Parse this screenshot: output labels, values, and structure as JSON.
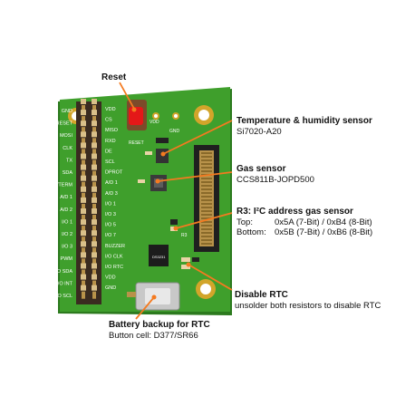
{
  "board": {
    "colors": {
      "pcb": "#3f9f2c",
      "pcb_edge": "#2c7a1e",
      "silk": "#ffffff",
      "gold": "#d2a52a",
      "header": "#3a2b20",
      "pin": "#b8924a",
      "accent": "#f47a20"
    },
    "header_labels_outer": [
      "GND",
      "RESET",
      "MOSI",
      "CLK",
      "TX",
      "SDA",
      "SBUF/TERM",
      "A/D 1",
      "A/D 2",
      "I/O 1",
      "I/O 2",
      "I/O 3",
      "PWM",
      "I/O SDA",
      "I/O INT",
      "I/O SCL"
    ],
    "header_labels_inner": [
      "VDD",
      "CS",
      "MISO",
      "RXD",
      "DE",
      "SCL",
      "DPROT",
      "A/D 1",
      "A/D 3",
      "I/O 1",
      "I/O 3",
      "I/O 5",
      "I/O 7",
      "BUZZER",
      "I/O CLK",
      "I/O RTC",
      "VDD",
      "GND"
    ],
    "pad_labels": {
      "vdd": "VDD",
      "gnd": "GND",
      "reset": "RESET"
    },
    "chip_labels": {
      "rtc_chip": "DS3231",
      "r3": "R3"
    }
  },
  "callouts": {
    "reset": {
      "title": "Reset"
    },
    "temperature": {
      "title": "Temperature & humidity sensor",
      "part": "Si7020-A20"
    },
    "gas": {
      "title": "Gas sensor",
      "part": "CCS811B-JOPD500"
    },
    "address": {
      "title": "R3: I²C address gas sensor",
      "rows": [
        {
          "label": "Top:",
          "value": "0x5A (7-Bit) / 0xB4 (8-Bit)"
        },
        {
          "label": "Bottom:",
          "value": "0x5B (7-Bit) / 0xB6 (8-Bit)"
        }
      ]
    },
    "rtc": {
      "title": "Disable RTC",
      "desc": "unsolder both resistors to disable RTC"
    },
    "battery": {
      "title": "Battery backup for RTC",
      "desc": "Button cell: D377/SR66"
    }
  }
}
